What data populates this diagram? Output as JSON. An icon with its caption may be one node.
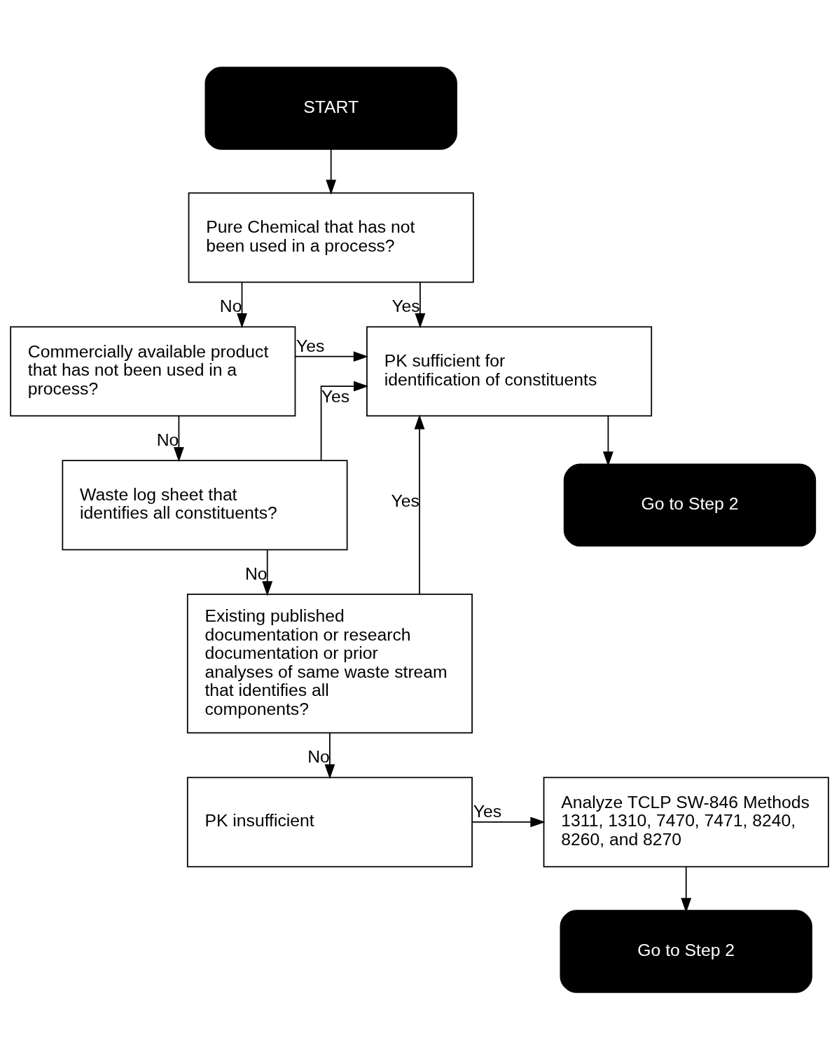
{
  "diagram": {
    "nodes": [
      {
        "text": [
          "START"
        ]
      },
      {
        "text": [
          "Pure Chemical that has not been used in a process?"
        ]
      },
      {
        "text": [
          "Commercially available product that has not been used in a process?"
        ]
      },
      {
        "text": [
          "Waste log sheet that identifies all constituents?"
        ]
      },
      {
        "text": [
          "Existing published documentation or research documentation or prior analyses of same waste stream that identifies all components?"
        ]
      },
      {
        "text": [
          "PK insufficient"
        ]
      },
      {
        "text": [
          "PK sufficient for identification of constituents"
        ]
      },
      {
        "text": [
          "Go to Step 2"
        ]
      },
      {
        "text": [
          "Analyze TCLP SW-846 Methods 1311, 1310, 7470, 7471, 8240, 8260, and 8270"
        ]
      },
      {
        "text": [
          "Go to Step 2"
        ]
      }
    ],
    "edges": [
      {
        "from": 0,
        "to": 1,
        "arrow": "to"
      },
      {
        "from": 1,
        "to": 6,
        "arrow": "to",
        "label": "Yes"
      },
      {
        "from": 1,
        "to": 2,
        "arrow": "to",
        "label": "No"
      },
      {
        "from": 2,
        "to": 6,
        "arrow": "to",
        "label": "Yes"
      },
      {
        "from": 2,
        "to": 3,
        "arrow": "to",
        "label": "No"
      },
      {
        "from": 3,
        "to": 6,
        "arrow": "to",
        "label": "Yes"
      },
      {
        "from": 3,
        "to": 4,
        "arrow": "to",
        "label": "No"
      },
      {
        "from": 4,
        "to": 6,
        "arrow": "to",
        "label": "Yes"
      },
      {
        "from": 4,
        "to": 5,
        "arrow": "to",
        "label": "No"
      },
      {
        "from": 6,
        "to": 7,
        "arrow": "to"
      },
      {
        "from": 5,
        "to": 8,
        "arrow": "to",
        "label": "Yes"
      },
      {
        "from": 8,
        "to": 9,
        "arrow": "to"
      }
    ]
  }
}
